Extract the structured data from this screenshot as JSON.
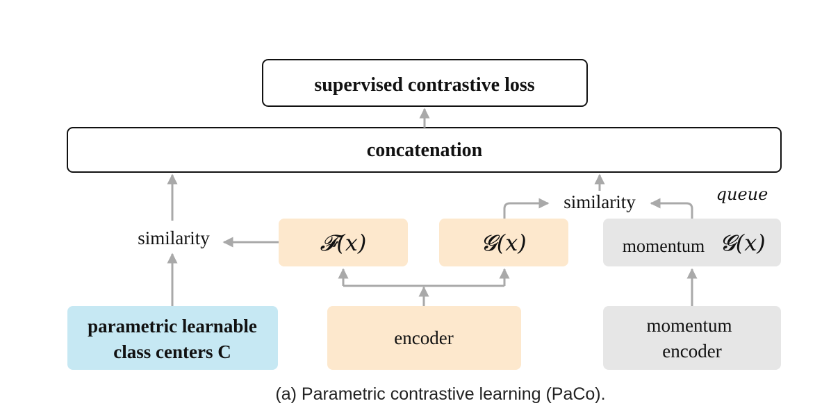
{
  "boxes": {
    "loss": "supervised contrastive loss",
    "concat": "concatenation",
    "f_head": "𝓕(x)",
    "g_head": "𝓖(x)",
    "momentum_g_word": "momentum",
    "momentum_g_math": "𝓖(x)",
    "encoder": "encoder",
    "momentum_encoder_line1": "momentum",
    "momentum_encoder_line2": "encoder",
    "centers_line1": "parametric learnable",
    "centers_line2": "class centers C"
  },
  "labels": {
    "similarity_left": "similarity",
    "similarity_right": "similarity",
    "queue": "queue"
  },
  "caption": "(a) Parametric contrastive learning (PaCo).",
  "colors": {
    "orange_box": "#fde8cd",
    "gray_box": "#e6e6e6",
    "blue_box": "#c6e8f3",
    "arrow": "#a9a9a9"
  }
}
